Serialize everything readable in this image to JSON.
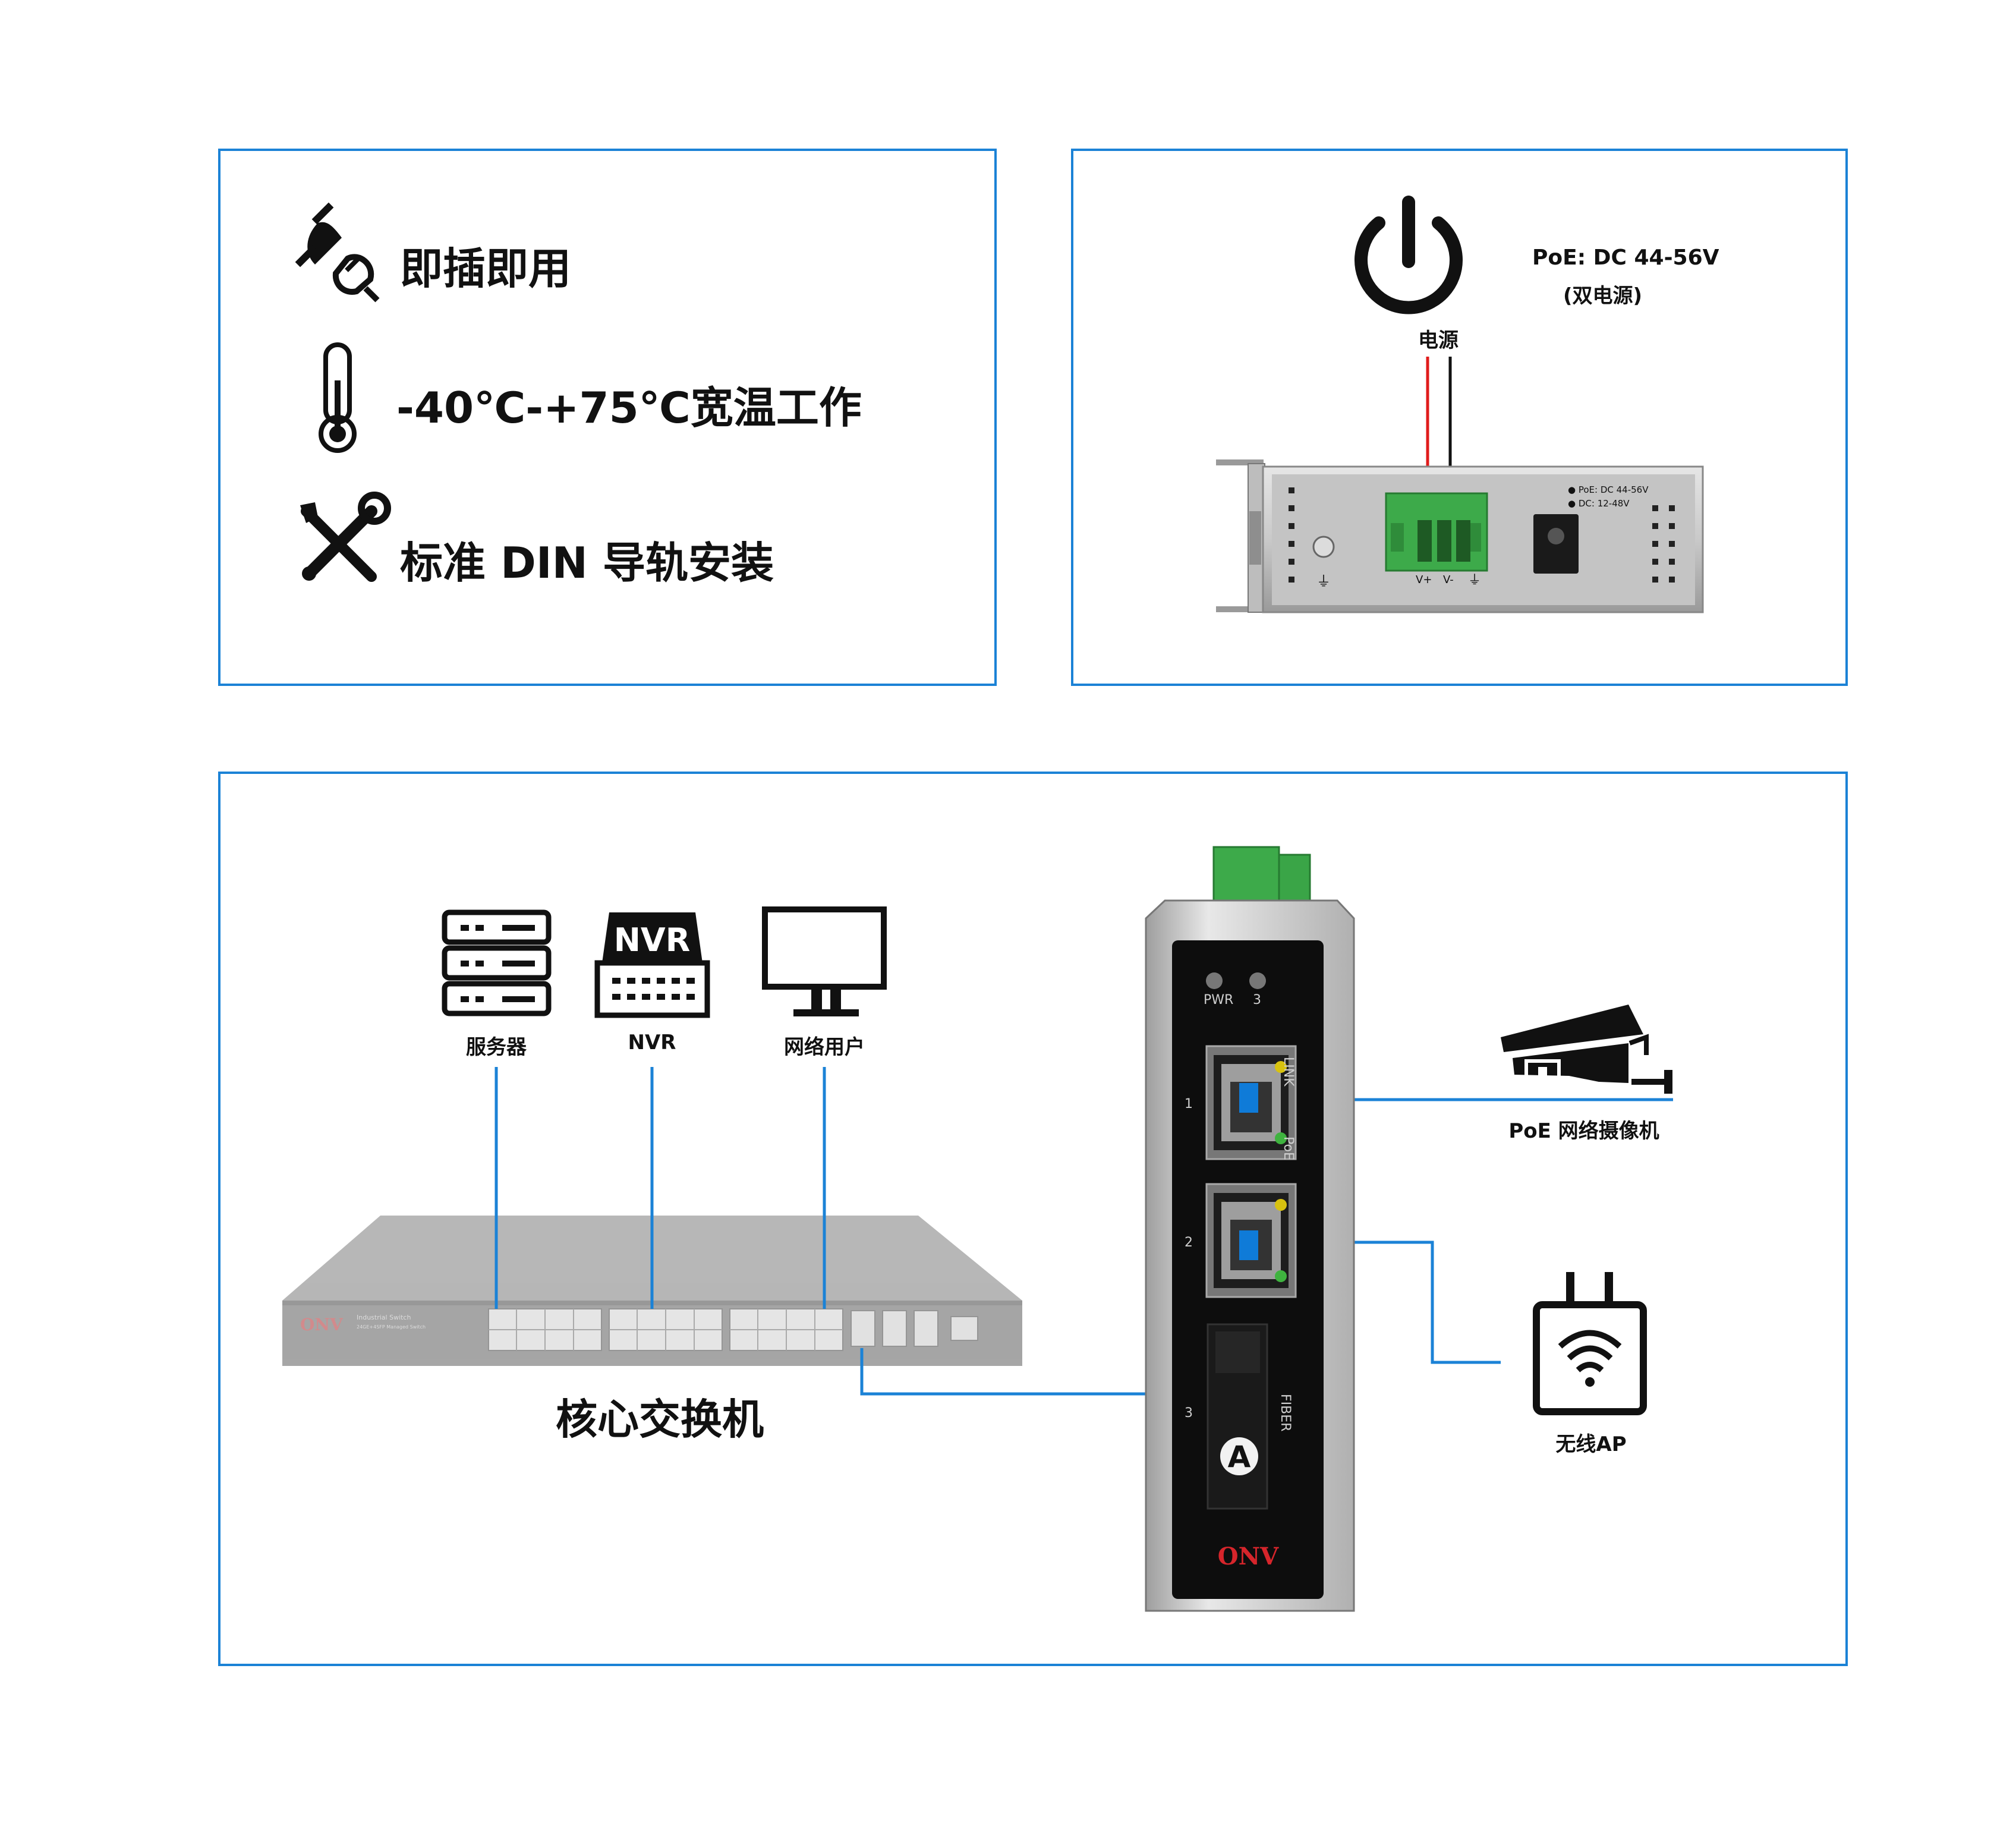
{
  "features": [
    {
      "icon": "plug-icon",
      "text": "即插即用"
    },
    {
      "icon": "thermometer-icon",
      "text": "-40℃-+75℃宽温工作"
    },
    {
      "icon": "tools-icon",
      "text": "标准 DIN 导轨安装"
    }
  ],
  "power_panel": {
    "power_label": "电源",
    "spec_line1": "PoE: DC 44-56V",
    "spec_line2": "(双电源)",
    "device_label_poe": "● PoE: DC 44-56V",
    "device_label_dc": "● DC: 12-48V",
    "terminal_vplus": "V+",
    "terminal_vminus": "V-"
  },
  "topology": {
    "top_devices": [
      {
        "icon": "server-icon",
        "label": "服务器"
      },
      {
        "icon": "nvr-icon",
        "label": "NVR",
        "icon_text": "NVR"
      },
      {
        "icon": "monitor-icon",
        "label": "网络用户"
      }
    ],
    "core_switch_label": "核心交换机",
    "core_switch_brand": "ONV",
    "core_switch_model_line1": "Industrial Switch",
    "core_switch_model_line2": "24GE+4SFP Managed Switch",
    "device_brand": "ONV",
    "led_pwr": "PWR",
    "led_3": "3",
    "port1_num": "1",
    "port2_num": "2",
    "port3_num": "3",
    "link_label": "LINK",
    "poe_label": "PoE",
    "fiber_label": "FIBER",
    "fiber_letter": "A",
    "right_devices": [
      {
        "icon": "camera-icon",
        "label": "PoE 网络摄像机"
      },
      {
        "icon": "wireless-ap-icon",
        "label": "无线AP"
      }
    ]
  },
  "colors": {
    "panel_border": "#1b82d6",
    "link_line": "#1b82d6",
    "port_marker": "#0f7bd8",
    "wire_red": "#e01b1b",
    "wire_black": "#111111",
    "terminal_green": "#3daa4a",
    "brand_red": "#d6252b"
  }
}
